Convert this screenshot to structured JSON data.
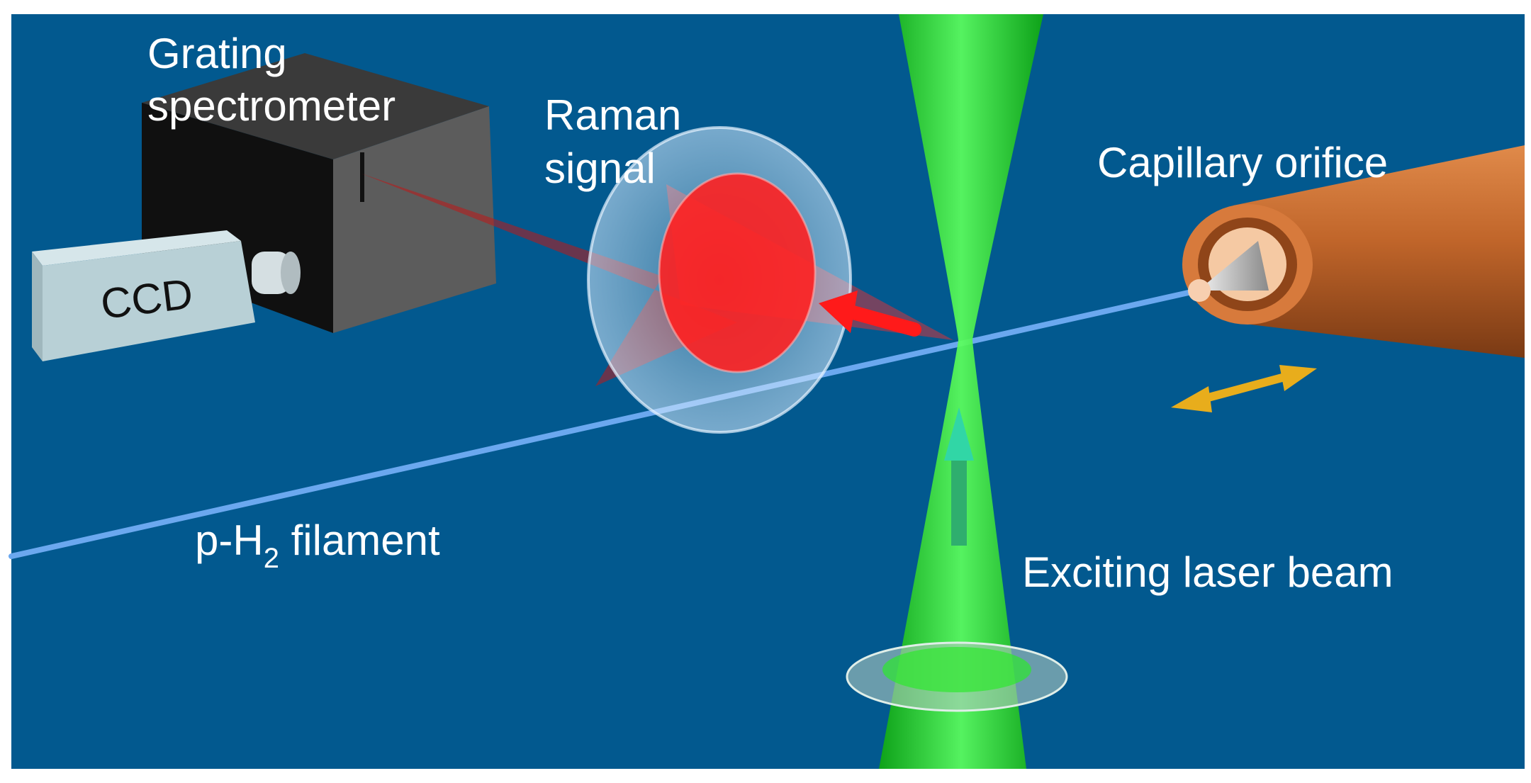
{
  "labels": {
    "spectrometer_line1": "Grating",
    "spectrometer_line2": "spectrometer",
    "ccd": "CCD",
    "raman_line1": "Raman",
    "raman_line2": "signal",
    "capillary": "Capillary orifice",
    "filament_prefix": "p-H",
    "filament_subscript": "2",
    "filament_suffix": " filament",
    "laser": "Exciting laser beam"
  },
  "colors": {
    "background": "#02598f",
    "laser_green": "#1edc1e",
    "raman_red": "#ff2a2a",
    "capillary_copper": "#c0652a",
    "filament_blue": "#6ba8ef",
    "motion_arrow": "#e8ad1c",
    "spectrometer_box": "#2a2a2a",
    "ccd_box": "#b8d0d6"
  }
}
